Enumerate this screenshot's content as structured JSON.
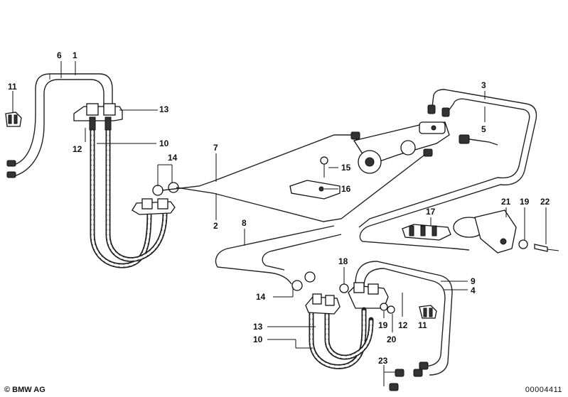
{
  "callouts": [
    {
      "id": "c1",
      "text": "1"
    },
    {
      "id": "c6",
      "text": "6"
    },
    {
      "id": "c11a",
      "text": "11"
    },
    {
      "id": "c13a",
      "text": "13"
    },
    {
      "id": "c12a",
      "text": "12"
    },
    {
      "id": "c10a",
      "text": "10"
    },
    {
      "id": "c14a",
      "text": "14"
    },
    {
      "id": "c7",
      "text": "7"
    },
    {
      "id": "c15",
      "text": "15"
    },
    {
      "id": "c16",
      "text": "16"
    },
    {
      "id": "c2",
      "text": "2"
    },
    {
      "id": "c8",
      "text": "8"
    },
    {
      "id": "c3",
      "text": "3"
    },
    {
      "id": "c5",
      "text": "5"
    },
    {
      "id": "c21",
      "text": "21"
    },
    {
      "id": "c19a",
      "text": "19"
    },
    {
      "id": "c22",
      "text": "22"
    },
    {
      "id": "c17",
      "text": "17"
    },
    {
      "id": "c18",
      "text": "18"
    },
    {
      "id": "c9",
      "text": "9"
    },
    {
      "id": "c4",
      "text": "4"
    },
    {
      "id": "c14b",
      "text": "14"
    },
    {
      "id": "c13b",
      "text": "13"
    },
    {
      "id": "c10b",
      "text": "10"
    },
    {
      "id": "c19b",
      "text": "19"
    },
    {
      "id": "c12b",
      "text": "12"
    },
    {
      "id": "c11b",
      "text": "11"
    },
    {
      "id": "c20",
      "text": "20"
    },
    {
      "id": "c23",
      "text": "23"
    }
  ],
  "footer": {
    "brand": "© BMW AG",
    "doc_id": "00004411"
  }
}
